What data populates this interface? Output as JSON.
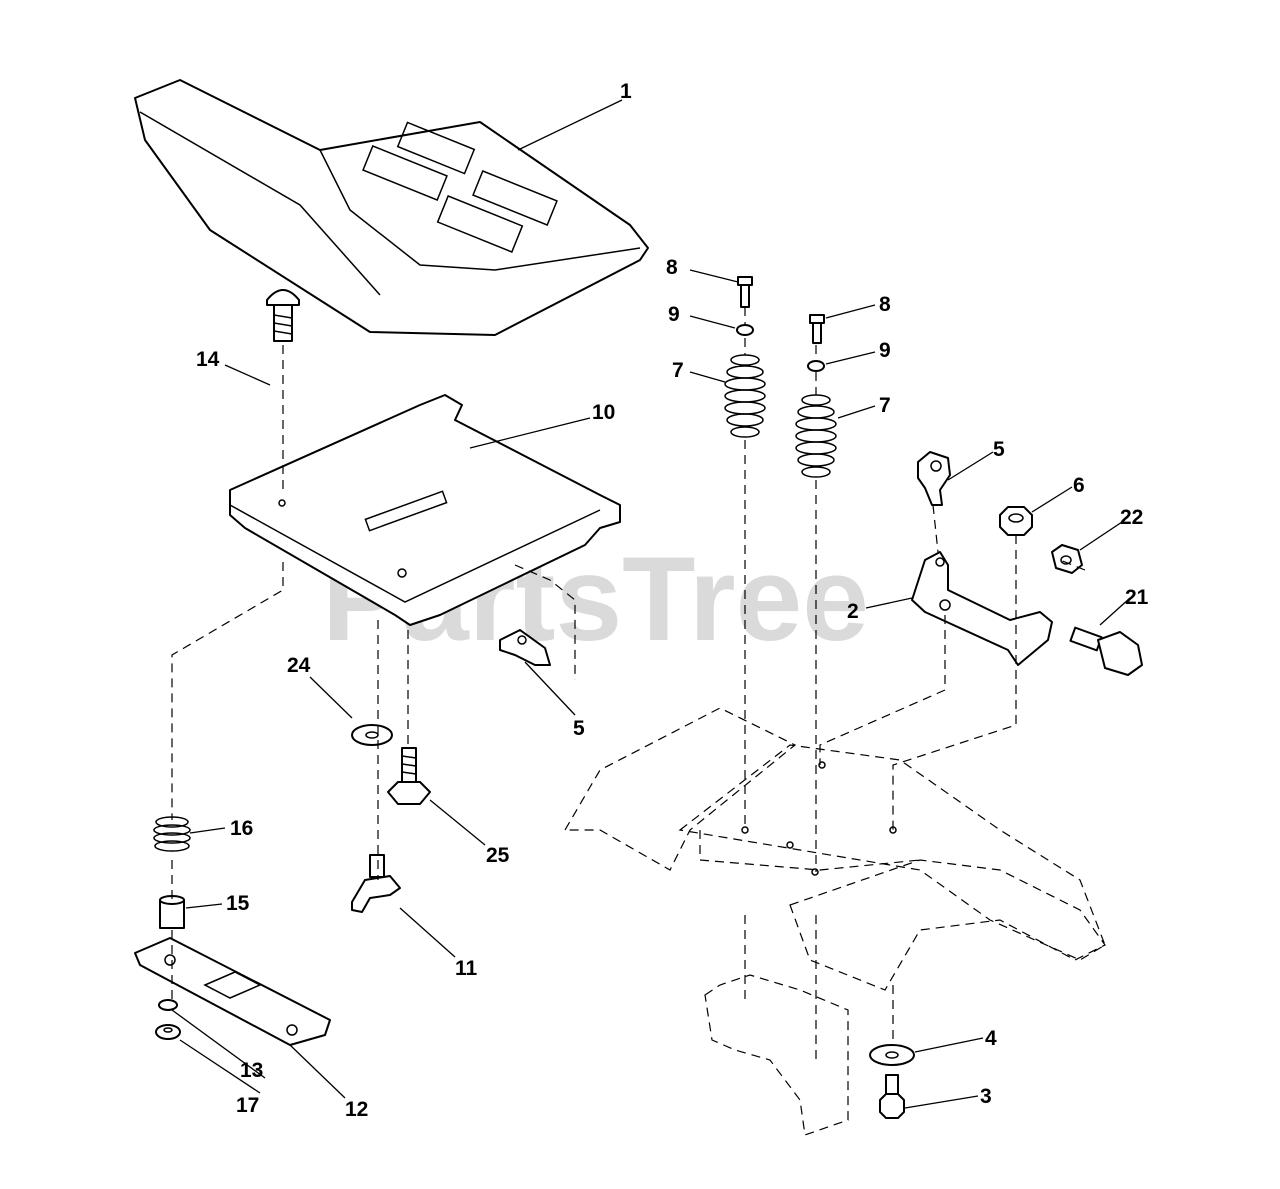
{
  "watermark": "PartsTree",
  "colors": {
    "line": "#000000",
    "watermark": "#d4d4d4",
    "background": "#ffffff"
  },
  "callouts": {
    "c1": "1",
    "c2": "2",
    "c3": "3",
    "c4": "4",
    "c5a": "5",
    "c5b": "5",
    "c6": "6",
    "c7a": "7",
    "c7b": "7",
    "c8a": "8",
    "c8b": "8",
    "c9a": "9",
    "c9b": "9",
    "c10": "10",
    "c11": "11",
    "c12": "12",
    "c13": "13",
    "c14": "14",
    "c15": "15",
    "c16": "16",
    "c17": "17",
    "c21": "21",
    "c22": "22",
    "c24": "24",
    "c25": "25"
  }
}
